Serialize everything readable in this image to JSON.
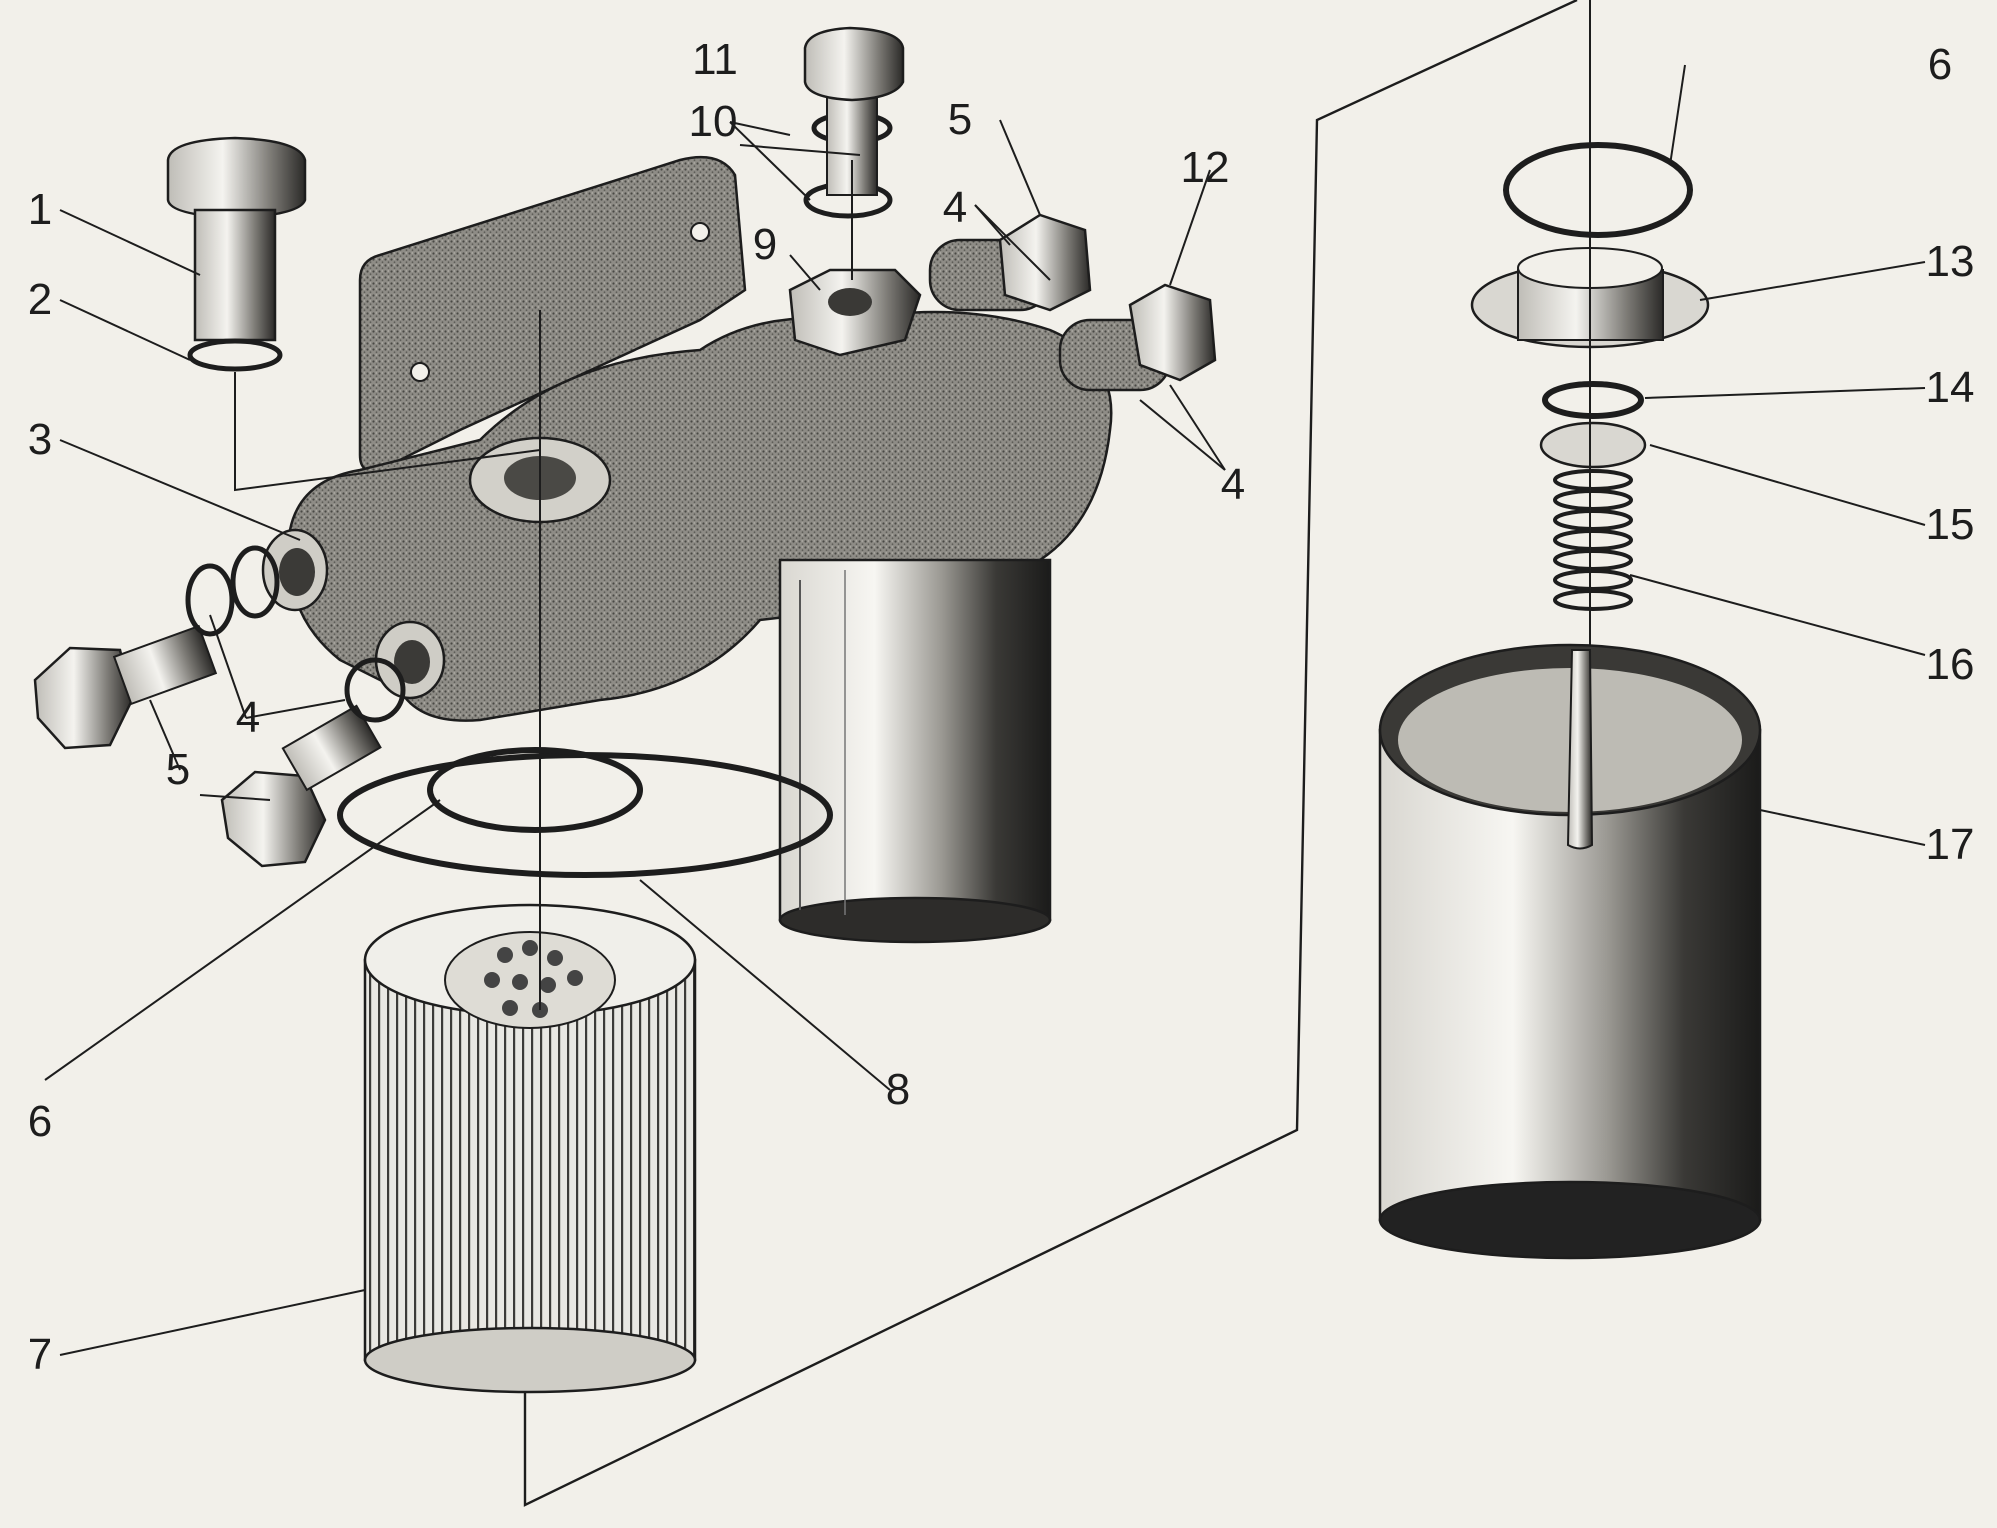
{
  "callouts": [
    {
      "id": "c1",
      "text": "1"
    },
    {
      "id": "c2",
      "text": "2"
    },
    {
      "id": "c3",
      "text": "3"
    },
    {
      "id": "c4a",
      "text": "4"
    },
    {
      "id": "c4b",
      "text": "4"
    },
    {
      "id": "c4c",
      "text": "4"
    },
    {
      "id": "c5a",
      "text": "5"
    },
    {
      "id": "c5b",
      "text": "5"
    },
    {
      "id": "c6a",
      "text": "6"
    },
    {
      "id": "c6b",
      "text": "6"
    },
    {
      "id": "c7",
      "text": "7"
    },
    {
      "id": "c8",
      "text": "8"
    },
    {
      "id": "c9",
      "text": "9"
    },
    {
      "id": "c10",
      "text": "10"
    },
    {
      "id": "c11",
      "text": "11"
    },
    {
      "id": "c12",
      "text": "12"
    },
    {
      "id": "c13",
      "text": "13"
    },
    {
      "id": "c14",
      "text": "14"
    },
    {
      "id": "c15",
      "text": "15"
    },
    {
      "id": "c16",
      "text": "16"
    },
    {
      "id": "c17",
      "text": "17"
    }
  ],
  "colors": {
    "paper": "#f2f0ea",
    "ink": "#1d1d1d",
    "casting": "#8c8a85",
    "metal": "#d8d6d0"
  }
}
